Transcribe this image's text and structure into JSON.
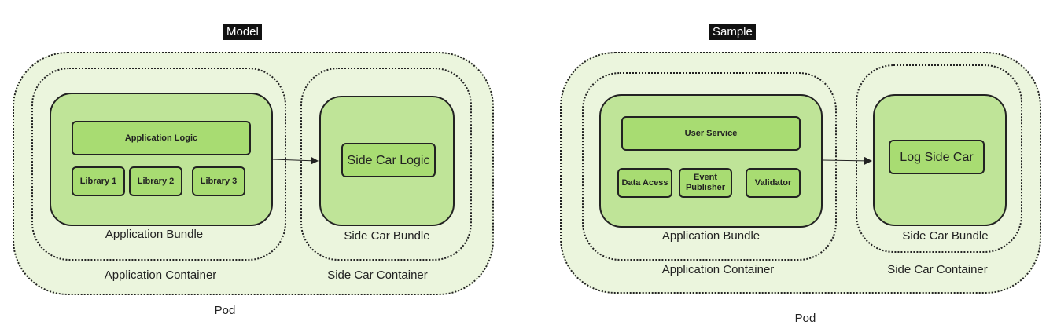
{
  "model": {
    "title": "Model",
    "pod_label": "Pod",
    "app_container_label": "Application Container",
    "sidecar_container_label": "Side Car Container",
    "app_bundle_label": "Application Bundle",
    "sidecar_bundle_label": "Side Car Bundle",
    "app_logic": "Application Logic",
    "libraries": [
      "Library 1",
      "Library 2",
      "Library 3"
    ],
    "sidecar_logic": "Side Car Logic"
  },
  "sample": {
    "title": "Sample",
    "pod_label": "Pod",
    "app_container_label": "Application Container",
    "sidecar_container_label": "Side Car Container",
    "app_bundle_label": "Application Bundle",
    "sidecar_bundle_label": "Side Car Bundle",
    "app_logic": "User Service",
    "libraries": [
      "Data Acess",
      "Event Publisher",
      "Validator"
    ],
    "sidecar_logic": "Log Side Car"
  },
  "colors": {
    "pod_fill": "#ebf5dd",
    "bundle_fill": "#bfe498",
    "box_fill": "#a8dc72"
  }
}
